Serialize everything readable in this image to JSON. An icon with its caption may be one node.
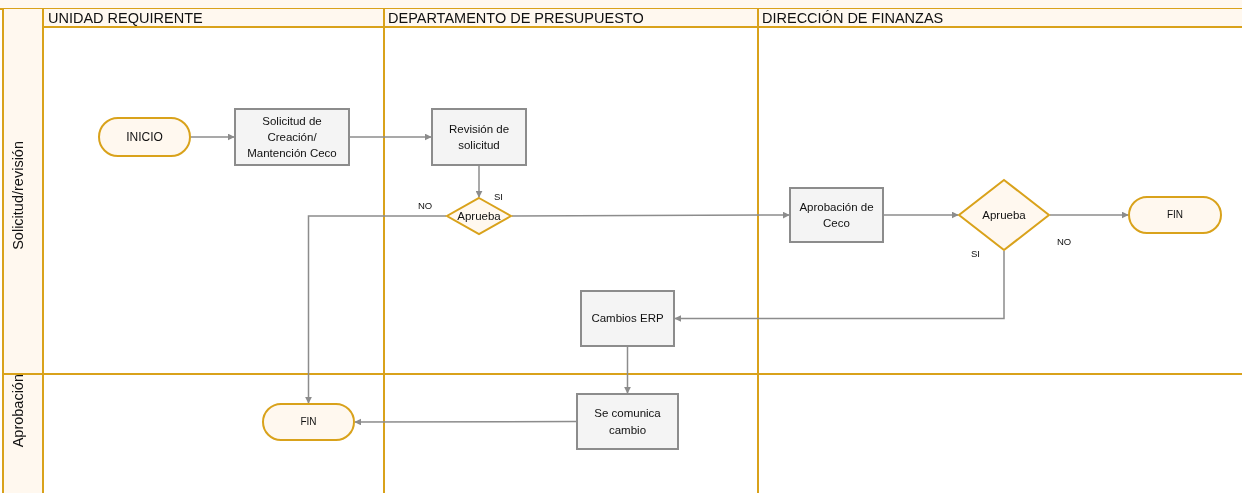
{
  "diagram": {
    "nodes": [
      {
        "text": [
          "INICIO"
        ]
      },
      {
        "text": [
          "Solicitud de Creación/ Mantención Ceco"
        ]
      },
      {
        "text": [
          "Revisión de solicitud"
        ]
      },
      {
        "text": [
          "Aprueba"
        ]
      },
      {
        "text": [
          "Aprobación de Ceco"
        ]
      },
      {
        "text": [
          "Aprueba"
        ]
      },
      {
        "text": [
          "FIN"
        ]
      },
      {
        "text": [
          "Cambios ERP"
        ]
      },
      {
        "text": [
          "Se comunica cambio"
        ]
      },
      {
        "text": [
          "FIN"
        ]
      }
    ],
    "edges": [
      {
        "from": 0,
        "to": 1,
        "arrow": "to"
      },
      {
        "from": 1,
        "to": 2,
        "arrow": "to"
      },
      {
        "from": 2,
        "to": 3,
        "arrow": "to"
      },
      {
        "from": 3,
        "to": 4,
        "label": "SI",
        "arrow": "to"
      },
      {
        "from": 3,
        "to": 9,
        "label": "NO",
        "arrow": "to"
      },
      {
        "from": 4,
        "to": 5,
        "arrow": "to"
      },
      {
        "from": 5,
        "to": 6,
        "label": "NO",
        "arrow": "to"
      },
      {
        "from": 5,
        "to": 7,
        "label": "SI",
        "arrow": "to"
      },
      {
        "from": 7,
        "to": 8,
        "arrow": "to"
      },
      {
        "from": 8,
        "to": 9,
        "arrow": "to"
      }
    ],
    "labels": [
      "UNIDAD REQUIRENTE",
      "DEPARTAMENTO DE PRESUPUESTO",
      "DIRECCIÓN DE FINANZAS",
      "Solicitud/revisión",
      "Aprobación"
    ]
  }
}
